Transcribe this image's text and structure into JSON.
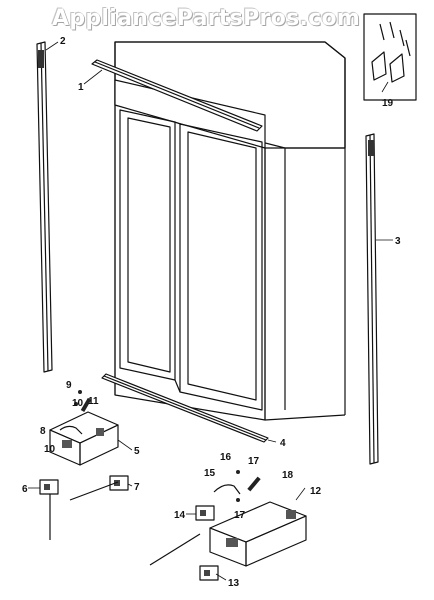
{
  "watermark": "AppliancePartsPros.com",
  "callouts": [
    "1",
    "2",
    "3",
    "4",
    "5",
    "6",
    "7",
    "8",
    "9",
    "10",
    "10",
    "11",
    "12",
    "13",
    "14",
    "15",
    "16",
    "17",
    "17",
    "18",
    "19"
  ]
}
